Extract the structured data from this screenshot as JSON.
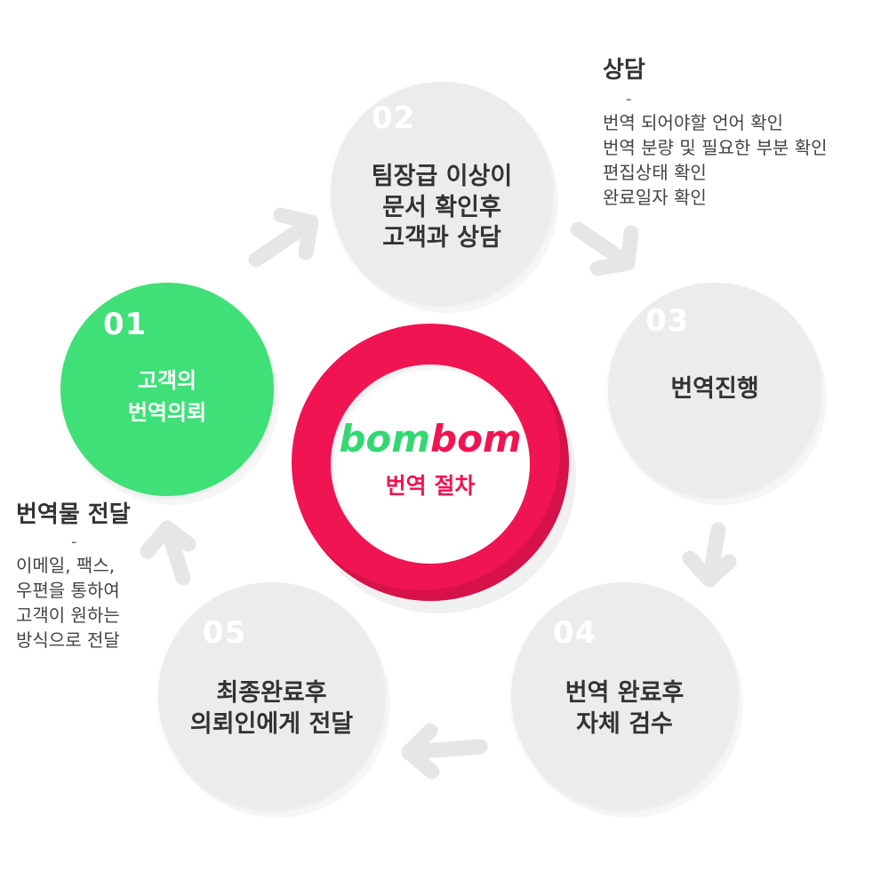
{
  "steps": [
    {
      "num": "01",
      "label": "고객의\n번역의뢰"
    },
    {
      "num": "02",
      "label": "팀장급 이상이\n문서 확인후\n고객과 상담"
    },
    {
      "num": "03",
      "label": "번역진행"
    },
    {
      "num": "04",
      "label": "번역 완료후\n자체 검수"
    },
    {
      "num": "05",
      "label": "최종완료후\n의뢰인에게 전달"
    }
  ],
  "center": {
    "brand_part1": "bom",
    "brand_part2": "bom",
    "title": "번역 절차"
  },
  "notes": {
    "consult": {
      "heading": "상담",
      "dash": "-",
      "lines": [
        "번역 되어야할  언어 확인",
        "번역 분량 및 필요한 부분 확인",
        "편집상태 확인",
        "완료일자 확인"
      ]
    },
    "delivery": {
      "heading": "번역물 전달",
      "dash": "-",
      "lines": [
        "이메일, 팩스,",
        "우편을 통하여",
        "고객이 원하는",
        "방식으로 전달"
      ]
    }
  },
  "colors": {
    "accent_green": "#3ee077",
    "brand_pink": "#f01452",
    "circle_gray": "#ececec",
    "arrow_gray": "#e6e6e6"
  }
}
